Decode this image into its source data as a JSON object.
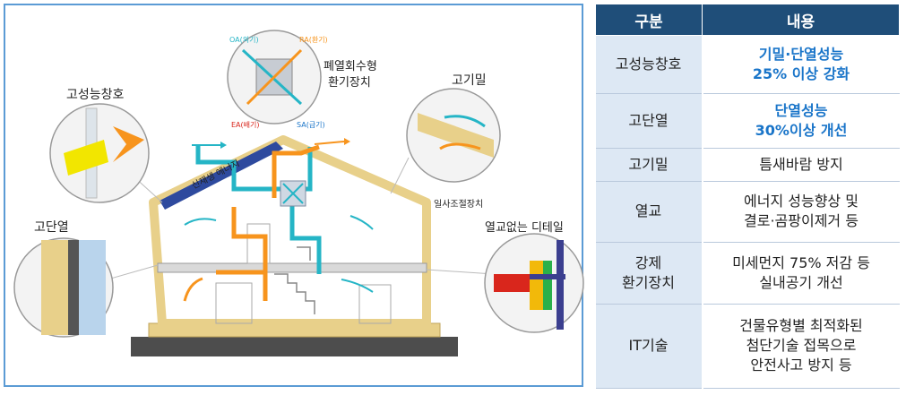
{
  "diagram": {
    "callouts": {
      "window": "고성능창호",
      "ventilation_line1": "폐열회수형",
      "ventilation_line2": "환기장치",
      "airtight": "고기밀",
      "insulation": "고단열",
      "thermal_bridge": "열교없는 디테일",
      "shading": "일사조절장치",
      "solar": "신재생 에너지"
    },
    "airflow": {
      "oa": "OA(외기)",
      "ra_top": "RA(환기)",
      "ea": "EA(배기)",
      "sa": "SA(급기)"
    },
    "colors": {
      "fresh_air": "#25b5c6",
      "exhaust_air": "#f7941d",
      "wall": "#e8d08a",
      "roof_panel": "#2e4a9e"
    }
  },
  "table": {
    "headers": [
      "구분",
      "내용"
    ],
    "rows": [
      {
        "category": "고성능창호",
        "content": [
          "기밀·단열성능",
          "25% 이상 강화"
        ],
        "highlight": true
      },
      {
        "category": "고단열",
        "content": [
          "단열성능",
          "30%이상 개선"
        ],
        "highlight": true
      },
      {
        "category": "고기밀",
        "content": [
          "틈새바람 방지"
        ],
        "highlight": false
      },
      {
        "category": "열교",
        "content": [
          "에너지 성능향상 및",
          "결로·곰팡이제거 등"
        ],
        "highlight": false
      },
      {
        "category": [
          "강제",
          "환기장치"
        ],
        "content": [
          "미세먼지 75% 저감 등",
          "실내공기 개선"
        ],
        "highlight": false
      },
      {
        "category": "IT기술",
        "content": [
          "건물유형별 최적화된",
          "첨단기술 접목으로",
          "안전사고 방지 등"
        ],
        "highlight": false
      }
    ]
  }
}
